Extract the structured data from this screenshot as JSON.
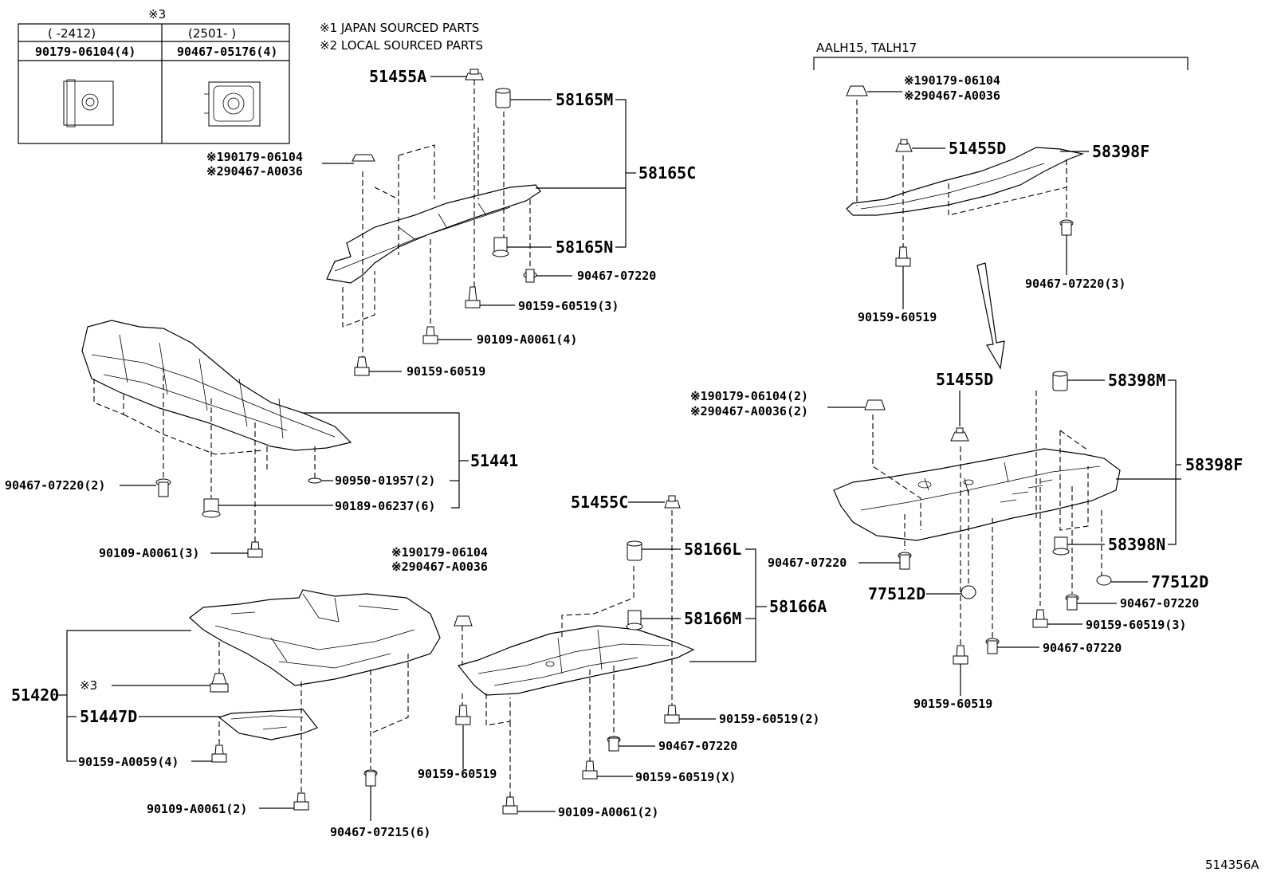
{
  "legend": {
    "mark3": "※3",
    "col1_range": "(     -2412)",
    "col2_range": "(2501-      )",
    "col1_part": "90179-06104(4)",
    "col2_part": "90467-05176(4)",
    "note1": "※1 JAPAN SOURCED PARTS",
    "note2": "※2 LOCAL SOURCED PARTS"
  },
  "variant_label": "AALH15, TALH17",
  "diagram_number": "514356A",
  "callouts": {
    "c51455A": "51455A",
    "c58165M": "58165M",
    "c58165C": "58165C",
    "c58165N": "58165N",
    "c51441": "51441",
    "c51455C": "51455C",
    "c58166L": "58166L",
    "c58166A": "58166A",
    "c58166M": "58166M",
    "c51420": "51420",
    "c51447D": "51447D",
    "c51455D_top": "51455D",
    "c58398F_top": "58398F",
    "c51455D_mid": "51455D",
    "c58398M": "58398M",
    "c58398F": "58398F",
    "c58398N": "58398N",
    "c77512D_right": "77512D",
    "c77512D_left": "77512D"
  },
  "subparts": {
    "s1_top": "※190179-06104",
    "s2_top": "※290467-A0036",
    "p90467_07220_a": "90467-07220",
    "p90159_60519_3_a": "90159-60519(3)",
    "p90109_A0061_4": "90109-A0061(4)",
    "p90159_60519_a": "90159-60519",
    "p90467_07220_2": "90467-07220(2)",
    "p90950_01957_2": "90950-01957(2)",
    "p90189_06237_6": "90189-06237(6)",
    "p90109_A0061_3": "90109-A0061(3)",
    "s1_mid": "※190179-06104",
    "s2_mid": "※290467-A0036",
    "mark3_small": "※3",
    "p90159_A0059_4": "90159-A0059(4)",
    "p90109_A0061_2_a": "90109-A0061(2)",
    "p90467_07215_6": "90467-07215(6)",
    "p90159_60519_b": "90159-60519",
    "p90159_60519_2": "90159-60519(2)",
    "p90467_07220_b": "90467-07220",
    "p90159_60519_X": "90159-60519(X)",
    "p90109_A0061_2_b": "90109-A0061(2)",
    "s1_right_top": "※190179-06104",
    "s2_right_top": "※290467-A0036",
    "p90159_60519_c": "90159-60519",
    "p90467_07220_3": "90467-07220(3)",
    "s1_right_mid": "※190179-06104(2)",
    "s2_right_mid": "※290467-A0036(2)",
    "p90467_07220_c": "90467-07220",
    "p90467_07220_d": "90467-07220",
    "p90159_60519_3_b": "90159-60519(3)",
    "p90467_07220_e": "90467-07220",
    "p90159_60519_d": "90159-60519"
  }
}
